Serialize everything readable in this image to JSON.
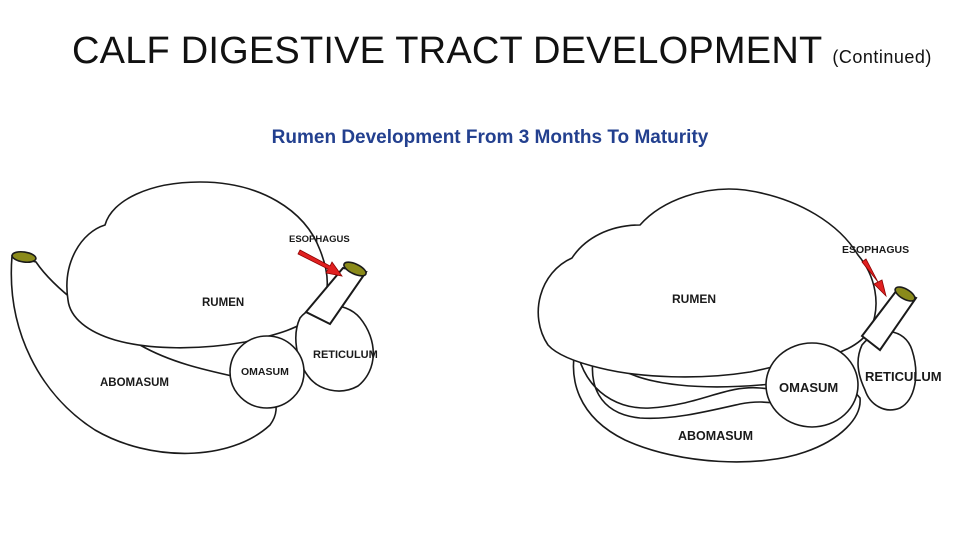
{
  "slide": {
    "title": "CALF DIGESTIVE TRACT DEVELOPMENT",
    "subtitle": "(Continued)"
  },
  "figure": {
    "title": "Rumen Development From 3 Months To Maturity",
    "left_diagram": {
      "labels": {
        "esophagus": "ESOPHAGUS",
        "rumen": "RUMEN",
        "reticulum": "RETICULUM",
        "omasum": "OMASUM",
        "abomasum": "ABOMASUM"
      }
    },
    "right_diagram": {
      "labels": {
        "esophagus": "ESOPHAGUS",
        "rumen": "RUMEN",
        "reticulum": "RETICULUM",
        "omasum": "OMASUM",
        "abomasum": "ABOMASUM"
      }
    }
  },
  "colors": {
    "figure_title": "#23408f",
    "arrow": "#e02020",
    "opening": "#8a8a1a"
  },
  "icons": {
    "pointer": "red-arrow-icon"
  }
}
